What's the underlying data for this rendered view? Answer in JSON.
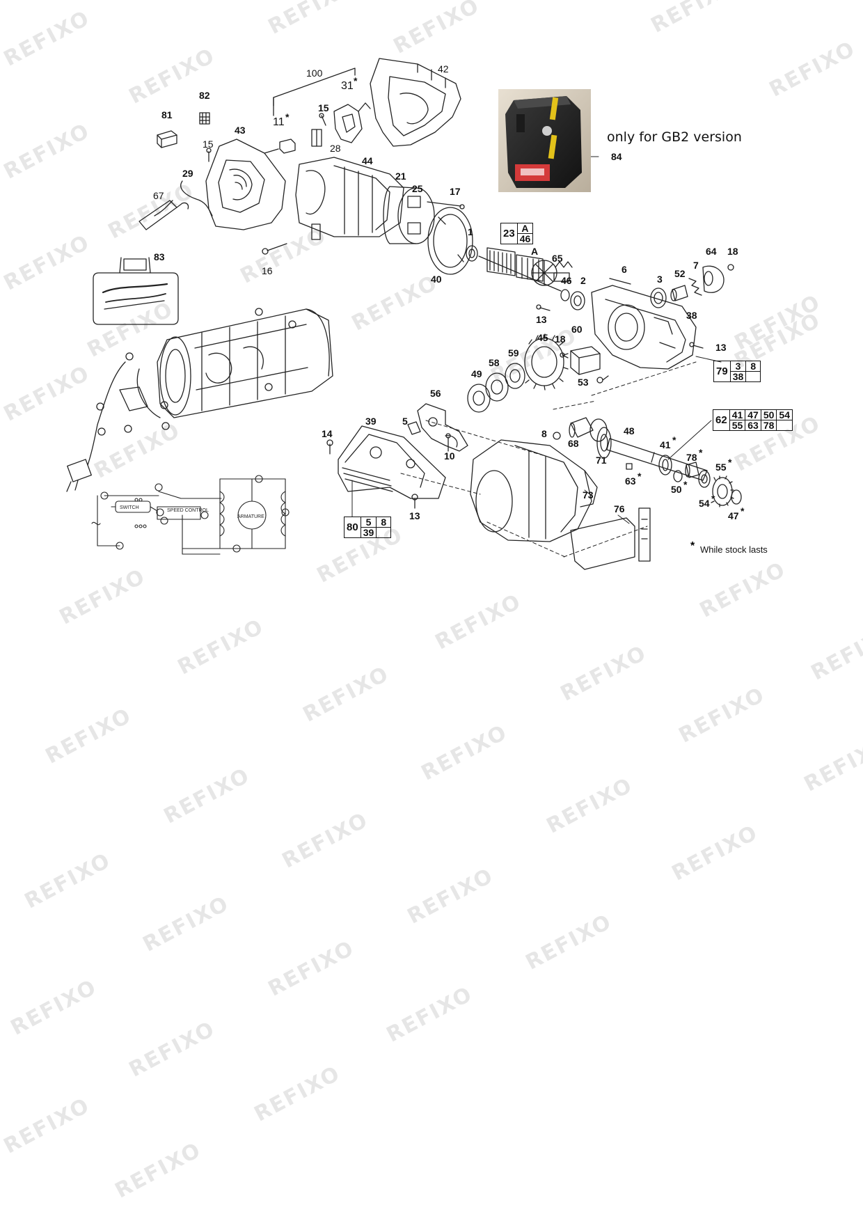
{
  "watermark": "REFIXO",
  "notes": {
    "gb2_version": "only for GB2 version",
    "gb2_part": "84",
    "stock_star": "*",
    "stock": "While stock lasts"
  },
  "callouts": [
    {
      "id": "100",
      "n": "100",
      "bold": false
    },
    {
      "id": "31",
      "n": "31",
      "bold": false,
      "star": true
    },
    {
      "id": "42",
      "n": "42",
      "bold": false
    },
    {
      "id": "82",
      "n": "82",
      "bold": true
    },
    {
      "id": "81",
      "n": "81",
      "bold": true
    },
    {
      "id": "15a",
      "n": "15",
      "bold": true
    },
    {
      "id": "11",
      "n": "11",
      "bold": false,
      "star": true
    },
    {
      "id": "43",
      "n": "43",
      "bold": true
    },
    {
      "id": "15b",
      "n": "15",
      "bold": false
    },
    {
      "id": "28",
      "n": "28",
      "bold": false
    },
    {
      "id": "44",
      "n": "44",
      "bold": true
    },
    {
      "id": "21",
      "n": "21",
      "bold": true
    },
    {
      "id": "25",
      "n": "25",
      "bold": true
    },
    {
      "id": "17",
      "n": "17",
      "bold": true
    },
    {
      "id": "29",
      "n": "29",
      "bold": true
    },
    {
      "id": "67",
      "n": "67",
      "bold": false
    },
    {
      "id": "16",
      "n": "16",
      "bold": false
    },
    {
      "id": "83",
      "n": "83",
      "bold": true
    },
    {
      "id": "40",
      "n": "40",
      "bold": true
    },
    {
      "id": "1",
      "n": "1",
      "bold": true
    },
    {
      "id": "A",
      "n": "A",
      "bold": true
    },
    {
      "id": "65",
      "n": "65",
      "bold": true
    },
    {
      "id": "46",
      "n": "46",
      "bold": true
    },
    {
      "id": "2",
      "n": "2",
      "bold": true
    },
    {
      "id": "13a",
      "n": "13",
      "bold": true
    },
    {
      "id": "6",
      "n": "6",
      "bold": true
    },
    {
      "id": "3",
      "n": "3",
      "bold": true
    },
    {
      "id": "52",
      "n": "52",
      "bold": true
    },
    {
      "id": "7",
      "n": "7",
      "bold": true
    },
    {
      "id": "64",
      "n": "64",
      "bold": true
    },
    {
      "id": "18a",
      "n": "18",
      "bold": true
    },
    {
      "id": "38",
      "n": "38",
      "bold": true
    },
    {
      "id": "13b",
      "n": "13",
      "bold": true
    },
    {
      "id": "45",
      "n": "45",
      "bold": true
    },
    {
      "id": "18b",
      "n": "18",
      "bold": true
    },
    {
      "id": "60",
      "n": "60",
      "bold": true
    },
    {
      "id": "59",
      "n": "59",
      "bold": true
    },
    {
      "id": "58",
      "n": "58",
      "bold": true
    },
    {
      "id": "49",
      "n": "49",
      "bold": true
    },
    {
      "id": "53",
      "n": "53",
      "bold": true
    },
    {
      "id": "56",
      "n": "56",
      "bold": true
    },
    {
      "id": "39",
      "n": "39",
      "bold": true
    },
    {
      "id": "5",
      "n": "5",
      "bold": true
    },
    {
      "id": "14",
      "n": "14",
      "bold": true
    },
    {
      "id": "10",
      "n": "10",
      "bold": true
    },
    {
      "id": "13c",
      "n": "13",
      "bold": true
    },
    {
      "id": "8",
      "n": "8",
      "bold": true
    },
    {
      "id": "68",
      "n": "68",
      "bold": true
    },
    {
      "id": "48",
      "n": "48",
      "bold": true
    },
    {
      "id": "71",
      "n": "71",
      "bold": true
    },
    {
      "id": "41",
      "n": "41",
      "bold": true,
      "star": true
    },
    {
      "id": "78",
      "n": "78",
      "bold": true,
      "star": true
    },
    {
      "id": "63",
      "n": "63",
      "bold": true,
      "star": true
    },
    {
      "id": "55",
      "n": "55",
      "bold": true,
      "star": true
    },
    {
      "id": "50",
      "n": "50",
      "bold": true,
      "star": true
    },
    {
      "id": "54",
      "n": "54",
      "bold": true,
      "star": true
    },
    {
      "id": "47",
      "n": "47",
      "bold": true,
      "star": true
    },
    {
      "id": "73",
      "n": "73",
      "bold": true
    },
    {
      "id": "76",
      "n": "76",
      "bold": true
    }
  ],
  "ref_tables": [
    {
      "id": "t23",
      "main": "23",
      "rows": [
        [
          "A"
        ],
        [
          "46"
        ]
      ]
    },
    {
      "id": "t79",
      "main": "79",
      "rows": [
        [
          "3",
          "8"
        ],
        [
          "38",
          ""
        ]
      ]
    },
    {
      "id": "t62",
      "main": "62",
      "rows": [
        [
          "41",
          "47",
          "50",
          "54"
        ],
        [
          "55",
          "63",
          "78",
          ""
        ]
      ]
    },
    {
      "id": "t80",
      "main": "80",
      "rows": [
        [
          "5",
          "8"
        ],
        [
          "39",
          ""
        ]
      ]
    }
  ],
  "wiring": {
    "armature": "ARMATURE",
    "speed_control": "SPEED CONTROL",
    "switch": "SWITCH"
  }
}
